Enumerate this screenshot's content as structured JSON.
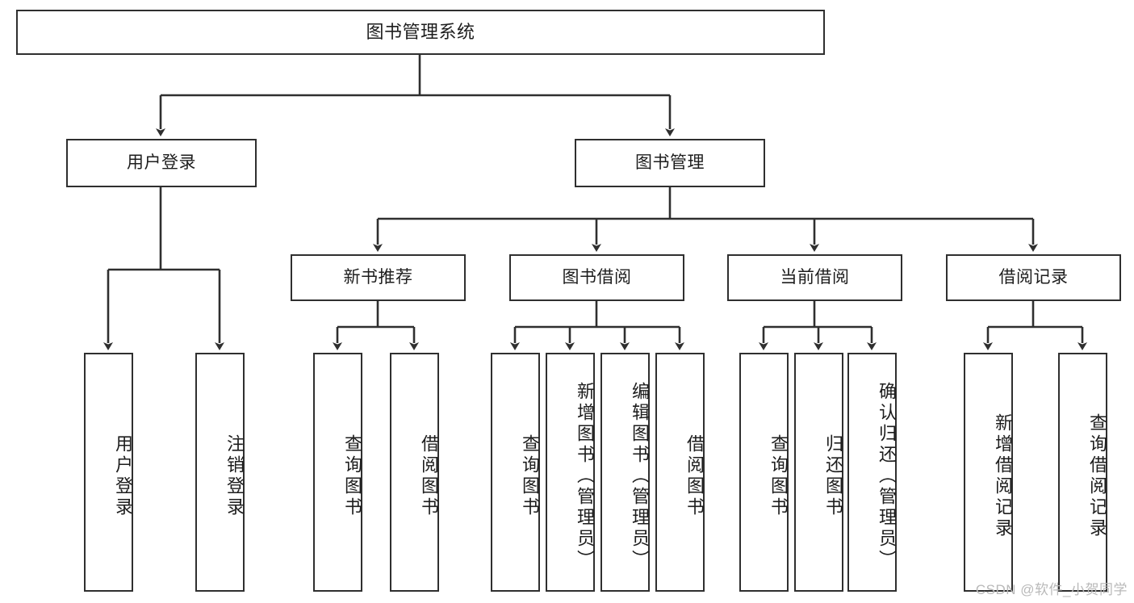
{
  "diagram": {
    "title": "图书管理系统",
    "type": "tree-hierarchy-chart",
    "root": {
      "id": "root",
      "label": "图书管理系统"
    },
    "level1": [
      {
        "id": "user-login",
        "label": "用户登录"
      },
      {
        "id": "book-manage",
        "label": "图书管理"
      }
    ],
    "level2": [
      {
        "id": "new-book-rec",
        "label": "新书推荐",
        "parent": "book-manage"
      },
      {
        "id": "book-borrow",
        "label": "图书借阅",
        "parent": "book-manage"
      },
      {
        "id": "current-borrow",
        "label": "当前借阅",
        "parent": "book-manage"
      },
      {
        "id": "borrow-record",
        "label": "借阅记录",
        "parent": "book-manage"
      }
    ],
    "leaves": [
      {
        "id": "leaf-user-login",
        "label": "用户登录",
        "parent": "user-login"
      },
      {
        "id": "leaf-logout",
        "label": "注销登录",
        "parent": "user-login"
      },
      {
        "id": "leaf-rec-query-book",
        "label": "查询图书",
        "parent": "new-book-rec"
      },
      {
        "id": "leaf-rec-borrow-book",
        "label": "借阅图书",
        "parent": "new-book-rec"
      },
      {
        "id": "leaf-borrow-query-book",
        "label": "查询图书",
        "parent": "book-borrow"
      },
      {
        "id": "leaf-add-book",
        "label": "新增图书（管理员）",
        "parent": "book-borrow"
      },
      {
        "id": "leaf-edit-book",
        "label": "编辑图书（管理员）",
        "parent": "book-borrow"
      },
      {
        "id": "leaf-borrow-book",
        "label": "借阅图书",
        "parent": "book-borrow"
      },
      {
        "id": "leaf-cur-query-book",
        "label": "查询图书",
        "parent": "current-borrow"
      },
      {
        "id": "leaf-return-book",
        "label": "归还图书",
        "parent": "current-borrow"
      },
      {
        "id": "leaf-confirm-return",
        "label": "确认归还（管理员）",
        "parent": "current-borrow"
      },
      {
        "id": "leaf-add-record",
        "label": "新增借阅记录",
        "parent": "borrow-record"
      },
      {
        "id": "leaf-query-record",
        "label": "查询借阅记录",
        "parent": "borrow-record"
      }
    ]
  },
  "watermark": {
    "text": "CSDN @软件_小贺同学"
  },
  "colors": {
    "stroke": "#2f2f2f",
    "fill": "#ffffff",
    "text": "#1d1d1d",
    "watermark": "#b9b9b9"
  }
}
